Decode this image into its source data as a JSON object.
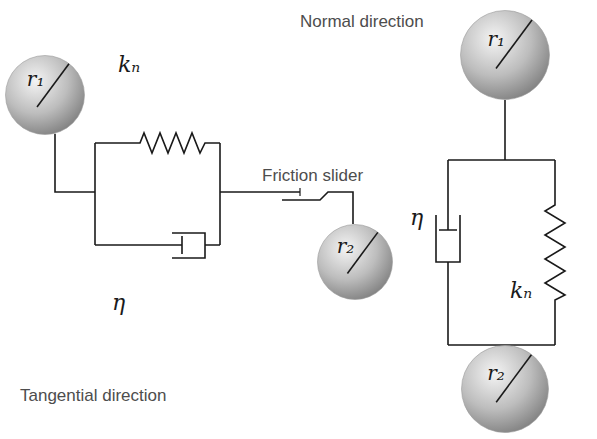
{
  "diagram": {
    "nodes": [
      {
        "text": [
          "r₁"
        ]
      },
      {
        "text": [
          "r₂"
        ]
      },
      {
        "text": [
          "r₁"
        ]
      },
      {
        "text": [
          "r₂"
        ]
      }
    ],
    "edges": [
      {
        "from": 0,
        "to": 1,
        "arrow": "none"
      },
      {
        "from": 2,
        "to": 3,
        "arrow": "none"
      }
    ],
    "labels": [
      "Normal direction",
      "kₙ",
      "Friction slider",
      "η",
      "Tangential direction",
      "η",
      "kₙ"
    ]
  }
}
